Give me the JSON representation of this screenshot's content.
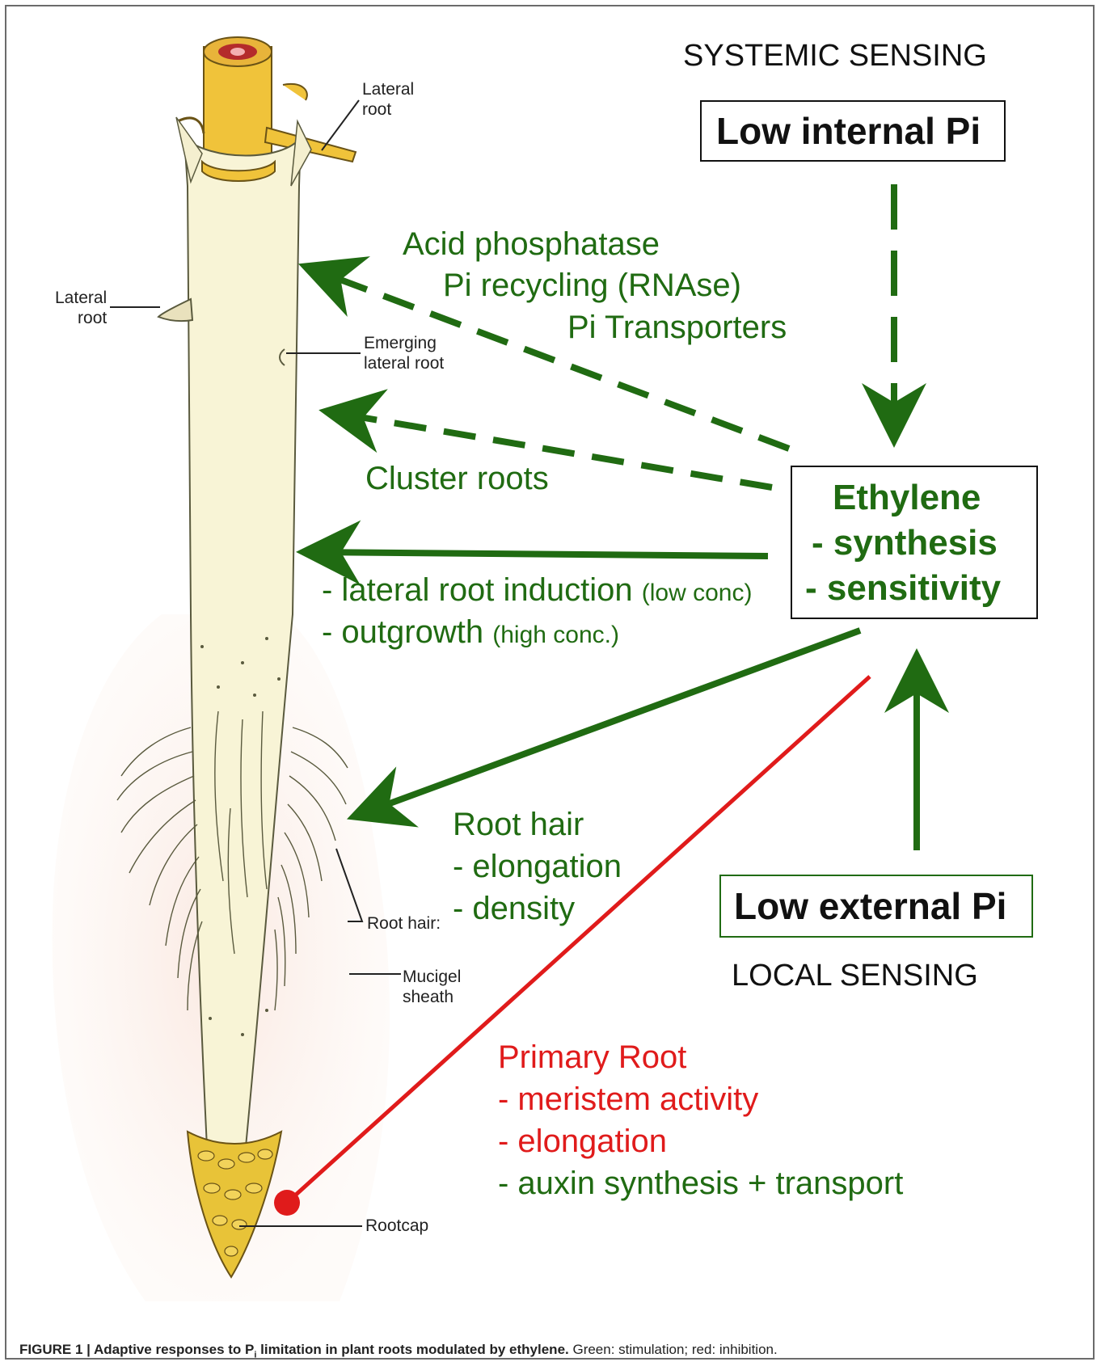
{
  "header": {
    "systemic": "SYSTEMIC SENSING",
    "local": "LOCAL SENSING"
  },
  "boxes": {
    "low_internal": "Low internal Pi",
    "low_external": "Low external Pi",
    "ethylene_title": "Ethylene",
    "ethylene_line1": "- synthesis",
    "ethylene_line2": "- sensitivity"
  },
  "responses": {
    "acid_phosphatase": "Acid phosphatase",
    "pi_recycling": "Pi recycling (RNAse)",
    "pi_transporters": "Pi Transporters",
    "cluster_roots": "Cluster roots",
    "lateral_induction": "- lateral root induction",
    "lateral_low": "(low conc)",
    "outgrowth": "- outgrowth",
    "outgrowth_high": "(high conc.)",
    "root_hair": "Root hair",
    "root_hair_elong": "- elongation",
    "root_hair_density": "- density",
    "primary_root": "Primary Root",
    "meristem": "- meristem activity",
    "pr_elongation": "- elongation",
    "auxin": "- auxin synthesis +  transport"
  },
  "root_labels": {
    "lateral_root_top_1": "Lateral",
    "lateral_root_top_2": "root",
    "lateral_root_left_1": "Lateral",
    "lateral_root_left_2": "root",
    "emerging_1": "Emerging",
    "emerging_2": "lateral root",
    "root_hairs": "Root hair:",
    "mucigel_1": "Mucigel",
    "mucigel_2": "sheath",
    "rootcap": "Rootcap"
  },
  "caption": {
    "bold_prefix": "FIGURE 1 | Adaptive responses to P",
    "bold_sub": "i",
    "bold_suffix": " limitation in plant roots modulated by ethylene.",
    "rest": " Green: stimulation; red: inhibition."
  },
  "colors": {
    "stimulation": "#206b12",
    "inhibition": "#e01b1b"
  }
}
